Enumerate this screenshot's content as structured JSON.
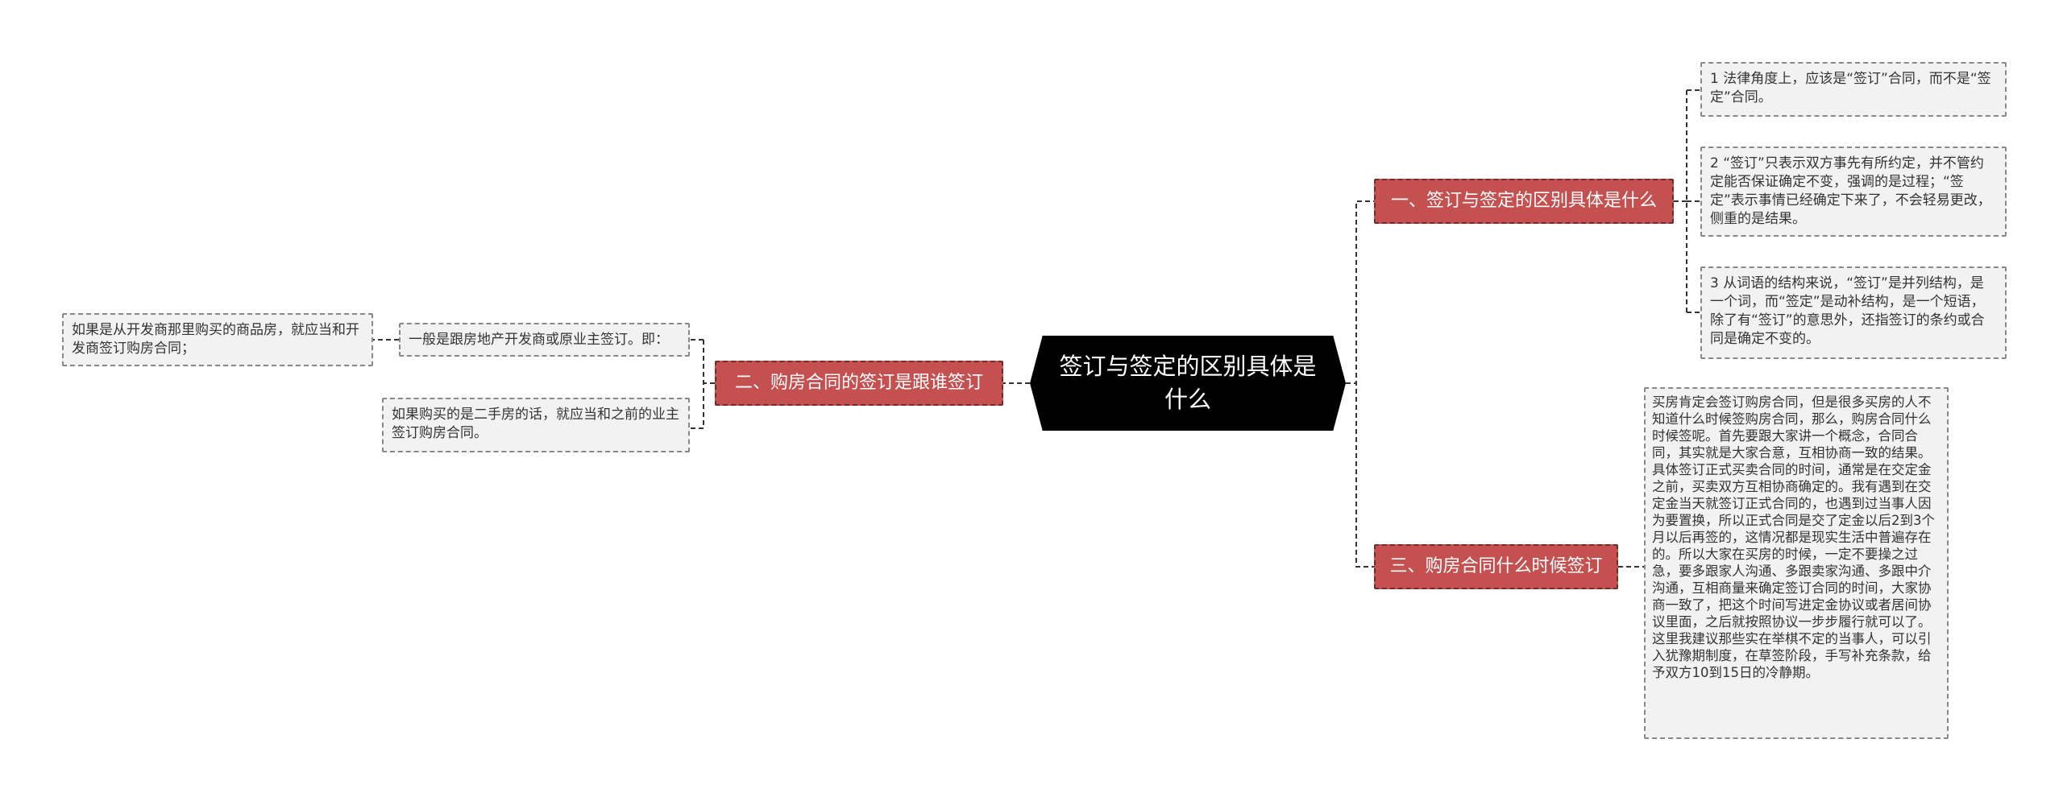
{
  "root": {
    "title": "签订与签定的区别具体是什么"
  },
  "branches": [
    {
      "label": "一、签订与签定的区别具体是什么"
    },
    {
      "label": "二、购房合同的签订是跟谁签订"
    },
    {
      "label": "三、购房合同什么时候签订"
    }
  ],
  "leaves": {
    "b1": [
      "1 法律角度上，应该是“签订”合同，而不是“签定”合同。",
      "2 “签订”只表示双方事先有所约定，并不管约定能否保证确定不变，强调的是过程；“签定”表示事情已经确定下来了，不会轻易更改，侧重的是结果。",
      "3 从词语的结构来说，“签订”是并列结构，是一个词，而“签定”是动补结构，是一个短语，除了有“签订”的意思外，还指签订的条约或合同是确定不变的。"
    ],
    "b2": [
      "一般是跟房地产开发商或原业主签订。即：",
      "如果购买的是二手房的话，就应当和之前的业主签订购房合同。"
    ],
    "b2_sub": "如果是从开发商那里购买的商品房，就应当和开发商签订购房合同；",
    "b3": "买房肯定会签订购房合同，但是很多买房的人不知道什么时候签购房合同，那么，购房合同什么时候签呢。首先要跟大家讲一个概念，合同合同，其实就是大家合意，互相协商一致的结果。具体签订正式买卖合同的时间，通常是在交定金之前，买卖双方互相协商确定的。我有遇到在交定金当天就签订正式合同的，也遇到过当事人因为要置换，所以正式合同是交了定金以后2到3个月以后再签的，这情况都是现实生活中普遍存在的。所以大家在买房的时候，一定不要操之过急，要多跟家人沟通、多跟卖家沟通、多跟中介沟通，互相商量来确定签订合同的时间，大家协商一致了，把这个时间写进定金协议或者居间协议里面，之后就按照协议一步步履行就可以了。这里我建议那些实在举棋不定的当事人，可以引入犹豫期制度，在草签阶段，手写补充条款，给予双方10到15日的冷静期。"
  },
  "colors": {
    "root_bg": "#000000",
    "branch_bg": "#c45050",
    "leaf_bg": "#f2f2f2",
    "connector": "#333333"
  }
}
